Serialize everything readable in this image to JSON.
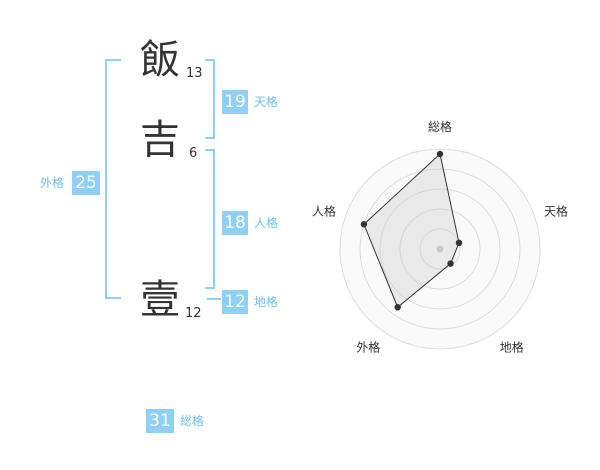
{
  "name": {
    "characters": [
      {
        "char": "飯",
        "strokes": "13"
      },
      {
        "char": "吉",
        "strokes": "6"
      },
      {
        "char": "壹",
        "strokes": "12"
      }
    ]
  },
  "fortunes": {
    "tenkaku": {
      "value": "19",
      "label": "天格"
    },
    "jinkaku": {
      "value": "18",
      "label": "人格"
    },
    "chikaku": {
      "value": "12",
      "label": "地格"
    },
    "gaikaku": {
      "value": "25",
      "label": "外格"
    },
    "soukaku": {
      "value": "31",
      "label": "総格"
    }
  },
  "colors": {
    "accent": "#8fd0f7",
    "label": "#6fc0ef"
  },
  "chart_data": {
    "type": "radar",
    "axes": [
      "総格",
      "天格",
      "地格",
      "外格",
      "人格"
    ],
    "values": [
      0.95,
      0.2,
      0.18,
      0.72,
      0.8
    ],
    "range": [
      0,
      1
    ],
    "rings": 5
  }
}
